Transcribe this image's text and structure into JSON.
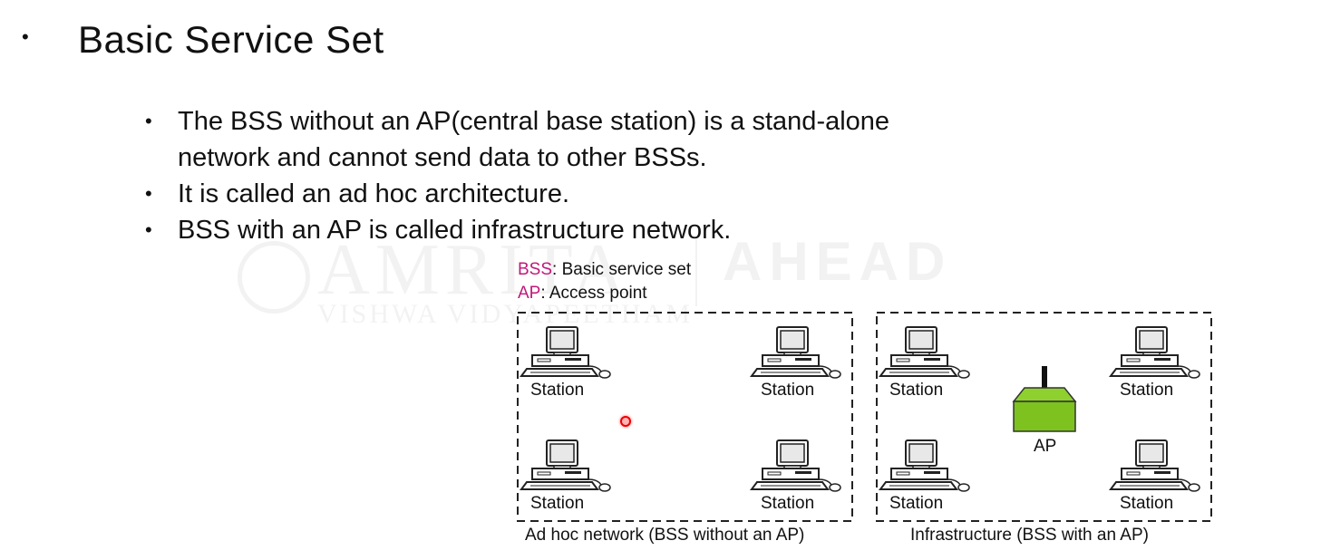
{
  "slide": {
    "title": "Basic Service Set",
    "bullets": [
      "The BSS without an AP(central base station) is a stand-alone network and cannot send data to other BSSs.",
      " It is called an ad hoc architecture.",
      "BSS with an AP is called infrastructure network."
    ]
  },
  "watermark": {
    "main": "AMRITA",
    "sub": "VISHWA VIDYAPEETHAM",
    "right": "AHEAD"
  },
  "legend": [
    {
      "key": "BSS",
      "desc": ": Basic service set"
    },
    {
      "key": "AP",
      "desc": ": Access point"
    }
  ],
  "diagram": {
    "station_label": "Station",
    "ap_label": "AP",
    "adhoc_caption": "Ad hoc network  (BSS without an AP)",
    "infra_caption": "Infrastructure (BSS with an AP)"
  },
  "colors": {
    "legend_key": "#c2187a",
    "ap_fill": "#7dc21e",
    "ap_stroke": "#333333"
  }
}
